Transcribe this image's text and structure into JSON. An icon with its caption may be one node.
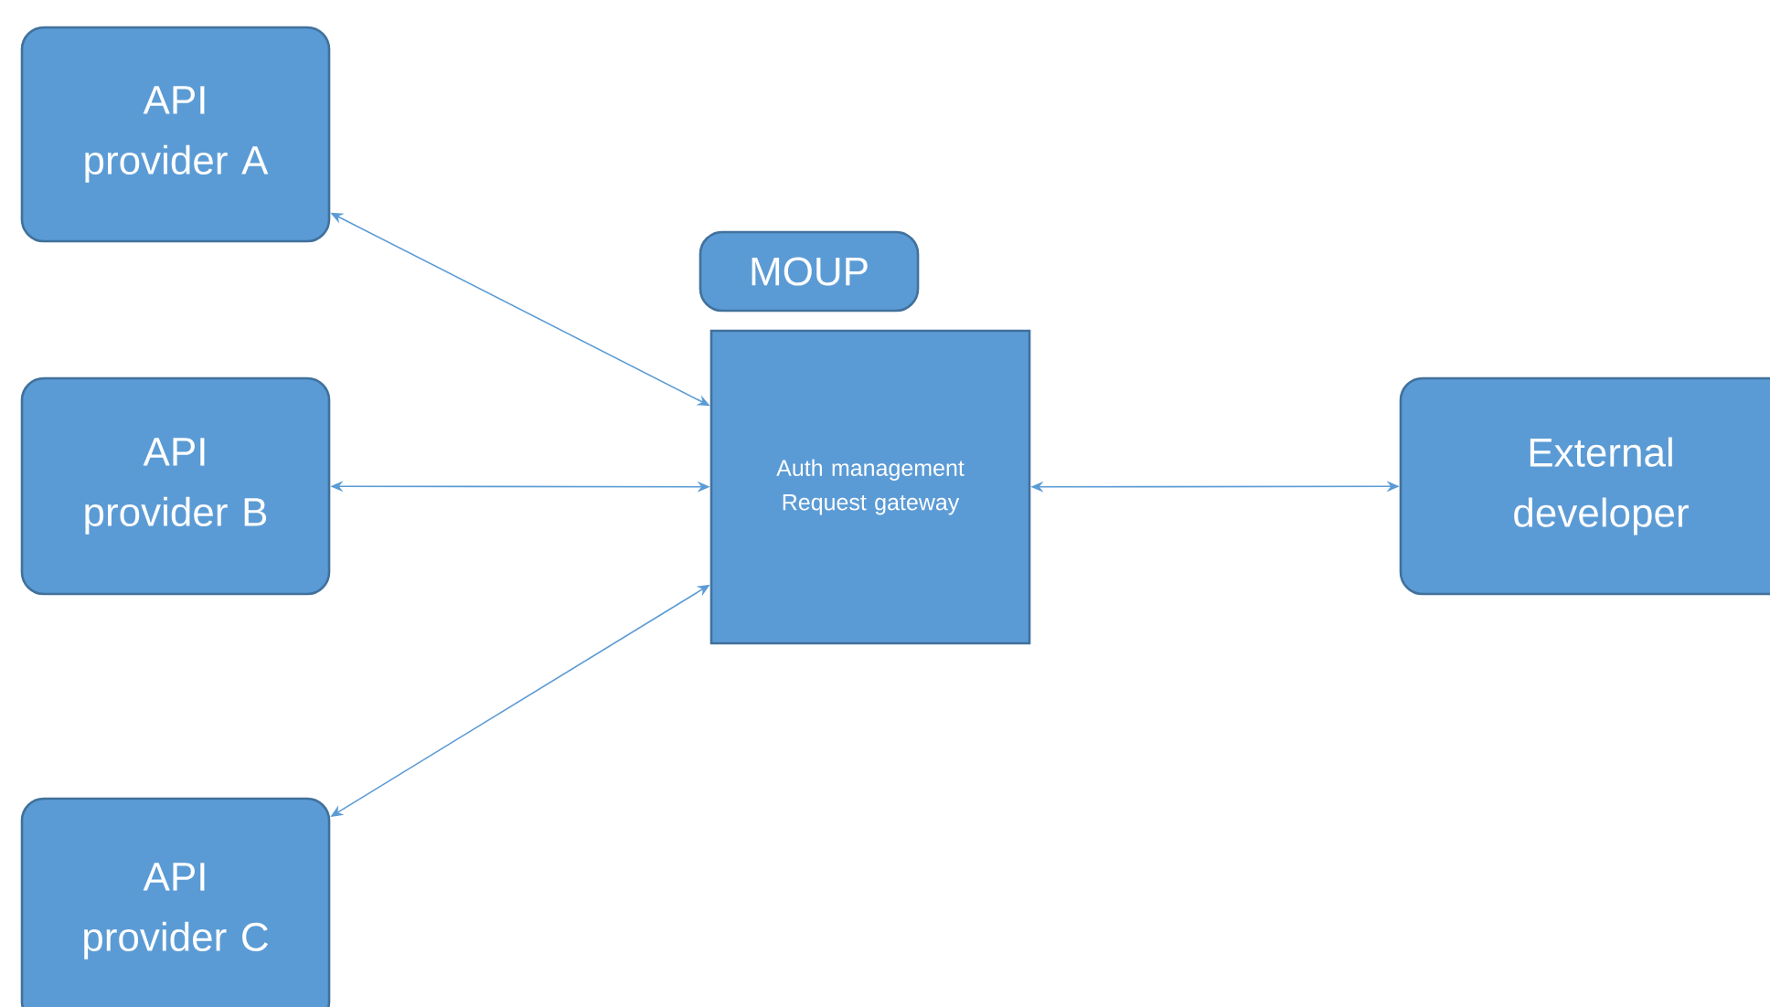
{
  "diagram": {
    "nodes": [
      {
        "text": [
          "API provider A"
        ]
      },
      {
        "text": [
          "API provider B"
        ]
      },
      {
        "text": [
          "API provider C"
        ]
      },
      {
        "text": [
          "MOUP"
        ]
      },
      {
        "text": [
          "Auth management Request gateway"
        ]
      },
      {
        "text": [
          "External developer"
        ]
      }
    ],
    "edges": [
      {
        "from": 4,
        "to": 0,
        "arrow": "both"
      },
      {
        "from": 4,
        "to": 1,
        "arrow": "both"
      },
      {
        "from": 4,
        "to": 2,
        "arrow": "both"
      },
      {
        "from": 4,
        "to": 5,
        "arrow": "both"
      }
    ]
  }
}
